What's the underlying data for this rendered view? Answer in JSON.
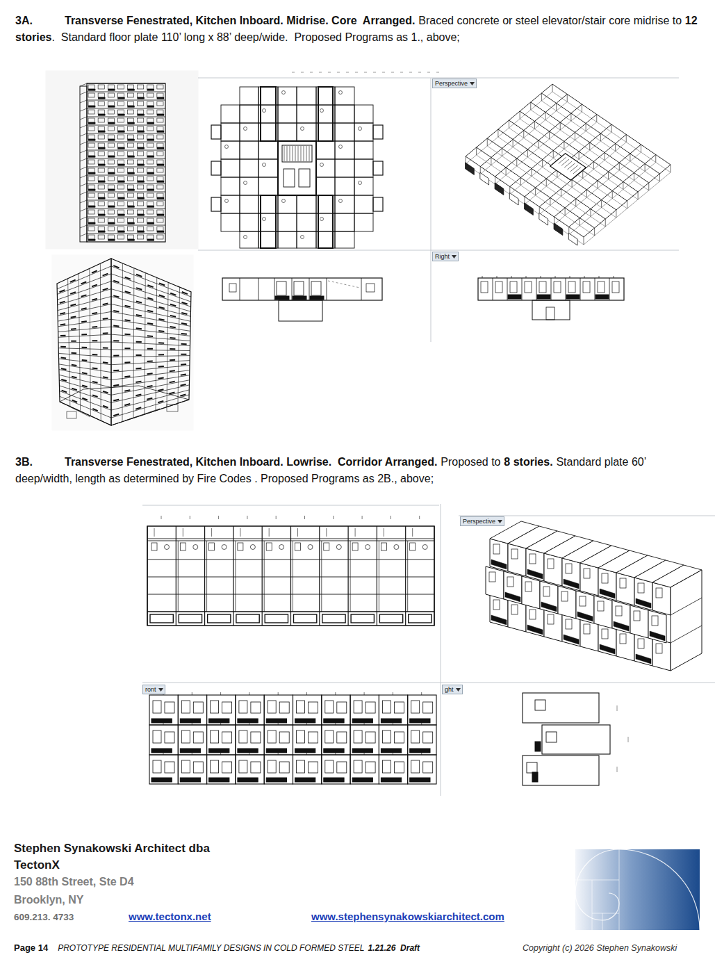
{
  "diagram": {
    "labels": [
      "3A.",
      "Transverse Fenestrated, Kitchen Inboard. Midrise. Core  Arranged.",
      "Braced concrete or steel elevator/stair core midrise to",
      "12 stories",
      ".  Standard floor plate 110’ long x 88’ deep/wide.  Proposed Programs as 1., above;",
      "Perspective",
      "Right",
      "3B.",
      "Transverse Fenestrated, Kitchen Inboard. Lowrise.  Corridor Arranged.",
      "Proposed to",
      "8 stories.",
      "Standard plate 60’ deep/width, length as determined by Fire Codes . Proposed Programs as 2B., above;",
      "Perspective",
      "ront",
      "ght",
      "Stephen Synakowski Architect dba",
      "TectonX",
      "150 88th Street, Ste D4",
      "Brooklyn, NY",
      "609.213. 4733",
      "www.tectonx.net",
      "www.stephensynakowskiarchitect.com",
      "Page 14",
      "PROTOTYPE RESIDENTIAL MULTIFAMILY DESIGNS IN COLD FORMED STEEL",
      "1.21.26  Draft",
      "Copyright (c) 2026 Stephen Synakowski"
    ]
  }
}
